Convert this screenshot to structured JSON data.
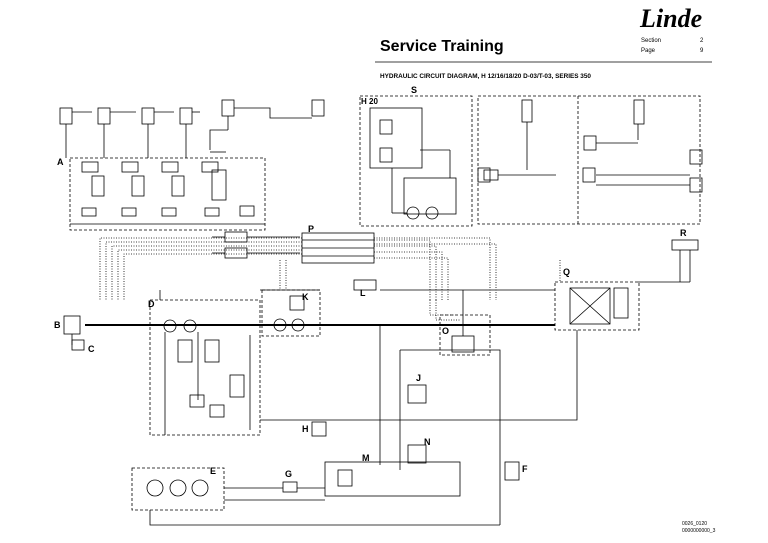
{
  "header": {
    "brand": "Linde",
    "title": "Service Training",
    "section_label": "Section",
    "section_value": "2",
    "page_label": "Page",
    "page_value": "9",
    "subtitle": "HYDRAULIC CIRCUIT DIAGRAM, H 12/16/18/20 D-03/T-03, SERIES 350"
  },
  "components": {
    "A": "A",
    "B": "B",
    "C": "C",
    "D": "D",
    "E": "E",
    "F": "F",
    "G": "G",
    "H": "H",
    "J": "J",
    "K": "K",
    "L": "L",
    "M": "M",
    "N": "N",
    "O": "O",
    "P": "P",
    "Q": "Q",
    "R": "R",
    "S": "S"
  },
  "labels": {
    "h20": "H 20"
  },
  "footer": {
    "code1": "0026_0120",
    "code2": "0000000000_3"
  }
}
